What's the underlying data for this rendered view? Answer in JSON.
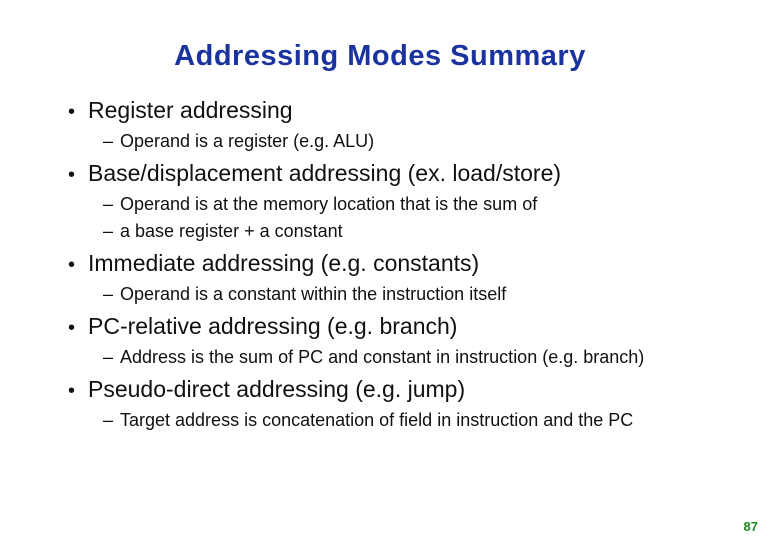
{
  "slide": {
    "title": "Addressing Modes Summary",
    "page_number": "87",
    "markers": {
      "bullet": "•",
      "dash": "–"
    },
    "bullets": [
      {
        "label": "Register addressing",
        "subs": [
          "Operand is a register (e.g. ALU)"
        ]
      },
      {
        "label": "Base/displacement addressing (ex. load/store)",
        "subs": [
          "Operand is at the memory location that is the sum of",
          "a base register + a constant"
        ]
      },
      {
        "label": "Immediate addressing (e.g. constants)",
        "subs": [
          "Operand is a constant within the instruction itself"
        ]
      },
      {
        "label": "PC-relative addressing (e.g. branch)",
        "subs": [
          "Address is the sum of PC and constant in instruction (e.g. branch)"
        ]
      },
      {
        "label": "Pseudo-direct addressing (e.g. jump)",
        "subs": [
          "Target address is concatenation of field in instruction and the PC"
        ]
      }
    ],
    "colors": {
      "title_color": "#1b339e",
      "body_color": "#111111",
      "page_number_color": "#1e8b1e",
      "background": "#ffffff"
    }
  }
}
